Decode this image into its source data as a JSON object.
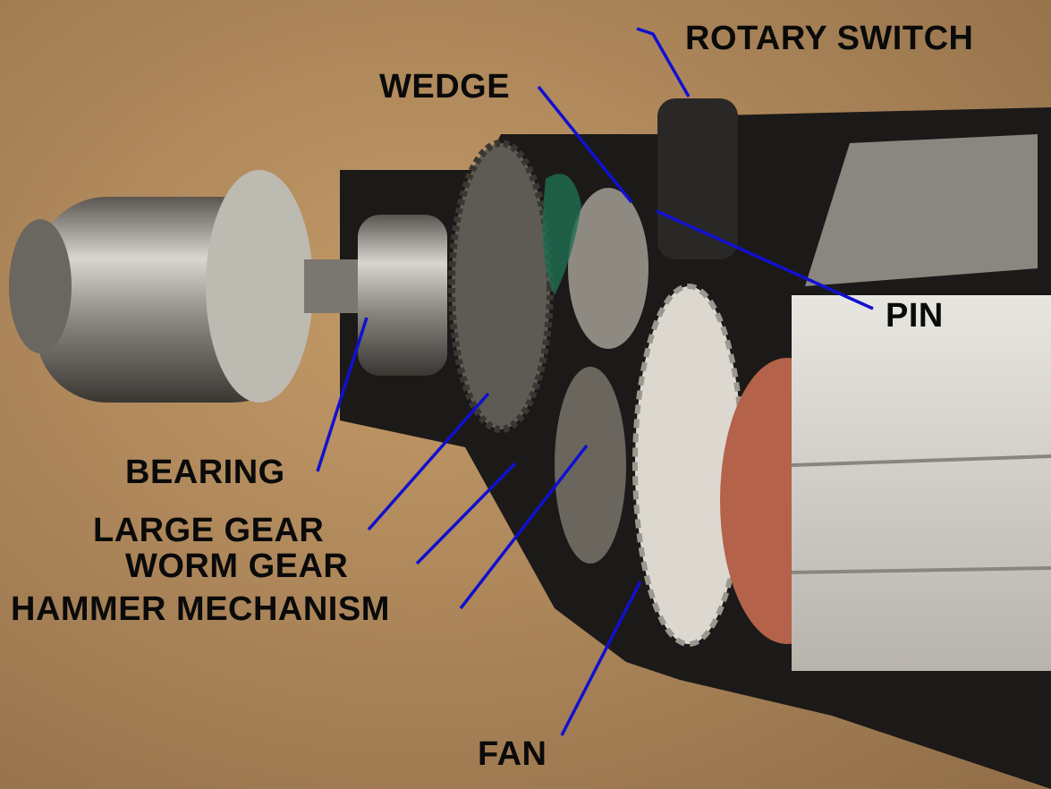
{
  "labels": {
    "rotary_switch": "ROTARY SWITCH",
    "wedge": "WEDGE",
    "pin": "PIN",
    "bearing": "BEARING",
    "large_gear": "LARGE GEAR",
    "worm_gear": "WORM GEAR",
    "hammer_mechanism": "HAMMER MECHANISM",
    "fan": "FAN"
  },
  "colors": {
    "leader_line": "#1010d0",
    "background": "#a9845a"
  }
}
